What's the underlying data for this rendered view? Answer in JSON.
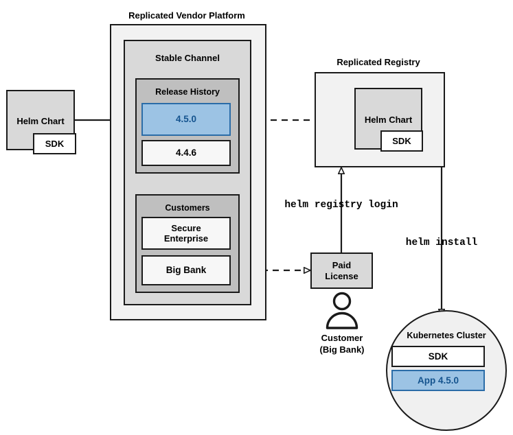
{
  "diagram": {
    "title_vendor_platform": "Replicated Vendor Platform",
    "title_registry": "Replicated Registry",
    "groups": {
      "stable_channel": "Stable Channel",
      "release_history": "Release History",
      "customers": "Customers"
    },
    "nodes": {
      "source_helm_chart": "Helm Chart",
      "source_sdk": "SDK",
      "release_current": "4.5.0",
      "release_previous": "4.4.6",
      "customer_secure_enterprise": "Secure\nEnterprise",
      "customer_big_bank": "Big Bank",
      "registry_helm_chart": "Helm Chart",
      "registry_sdk": "SDK",
      "paid_license": "Paid\nLicense",
      "cluster_title": "Kubernetes Cluster",
      "cluster_sdk": "SDK",
      "cluster_app": "App 4.5.0"
    },
    "actor": {
      "label_line1": "Customer",
      "label_line2": "(Big Bank)",
      "icon": "person-icon"
    },
    "commands": {
      "registry_login": "helm registry login",
      "install": "helm install"
    },
    "colors": {
      "accent_blue_fill": "#9cc3e4",
      "accent_blue_border": "#2a6ca8",
      "accent_blue_text": "#14538e",
      "stroke": "#1a1a1a",
      "fill_outer": "#f2f2f2",
      "fill_mid": "#d9d9d9",
      "fill_inner": "#bfbfbf",
      "fill_white": "#f7f7f7",
      "page_background": "#ffffff"
    },
    "edges": [
      {
        "name": "source-chart-to-release",
        "style": "solid",
        "arrowhead": "filled"
      },
      {
        "name": "release-to-registry-chart",
        "style": "dashed",
        "arrowhead": "open"
      },
      {
        "name": "big-bank-to-paid-license",
        "style": "dashed",
        "arrowhead": "open"
      },
      {
        "name": "paid-license-to-registry",
        "style": "solid",
        "arrowhead": "open"
      },
      {
        "name": "registry-to-cluster",
        "style": "solid",
        "arrowhead": "open"
      }
    ]
  }
}
